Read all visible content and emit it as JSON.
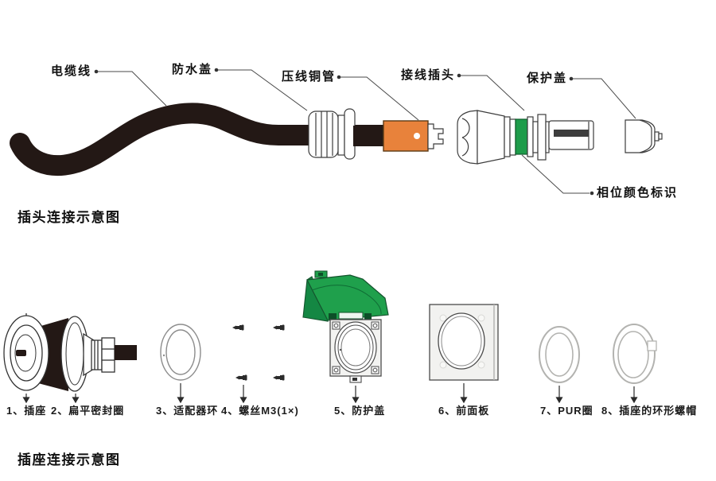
{
  "colors": {
    "cable_black": "#231815",
    "crimp_orange": "#E8823B",
    "phase_green": "#1E9C4A",
    "lid_green": "#1FA04C",
    "line_dark": "#3c3c3c"
  },
  "plug_diagram": {
    "title": "插头连接示意图",
    "labels": {
      "cable": "电缆线",
      "waterproof_cover": "防水盖",
      "crimp_tube": "压线铜管",
      "wiring_plug": "接线插头",
      "protective_cap": "保护盖",
      "phase_color_mark": "相位颜色标识"
    }
  },
  "socket_diagram": {
    "title": "插座连接示意图",
    "parts": [
      {
        "label": "1、插座"
      },
      {
        "label": "2、扁平密封圈"
      },
      {
        "label": "3、适配器环"
      },
      {
        "label": "4、螺丝M3(1×)"
      },
      {
        "label": "5、防护盖"
      },
      {
        "label": "6、前面板"
      },
      {
        "label": "7、PUR圈"
      },
      {
        "label": "8、插座的环形螺帽"
      }
    ]
  }
}
